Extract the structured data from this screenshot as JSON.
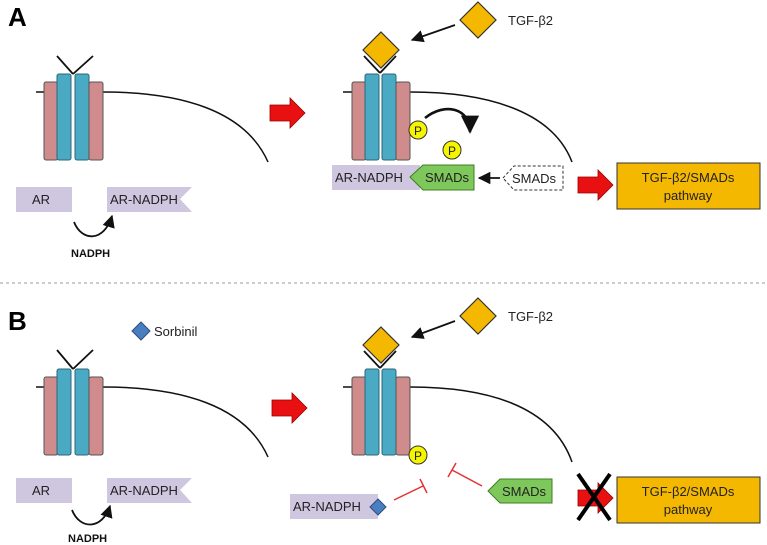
{
  "panels": {
    "a": {
      "letter": "A",
      "ligand": "TGF-β2",
      "ar": "AR",
      "ar_nadph": "AR-NADPH",
      "nadph": "NADPH",
      "phospho": "P",
      "complex_ar_nadph": "AR-NADPH",
      "complex_smads": "SMADs",
      "free_smads": "SMADs",
      "pathway_line1": "TGF-β2/SMADs",
      "pathway_line2": "pathway"
    },
    "b": {
      "letter": "B",
      "inhibitor": "Sorbinil",
      "ligand": "TGF-β2",
      "ar": "AR",
      "ar_nadph": "AR-NADPH",
      "nadph": "NADPH",
      "phospho": "P",
      "bound_ar_nadph": "AR-NADPH",
      "smads": "SMADs",
      "pathway_line1": "TGF-β2/SMADs",
      "pathway_line2": "pathway"
    }
  },
  "colors": {
    "receptor_outer": "#d08c8c",
    "receptor_inner": "#4aaac3",
    "ligand": "#f5b800",
    "aldose_reductase": "#cfc6e0",
    "smads": "#7ec75a",
    "phosphate": "#f5f500",
    "activation_arrow": "#e81010",
    "inhibition": "#e53030"
  }
}
